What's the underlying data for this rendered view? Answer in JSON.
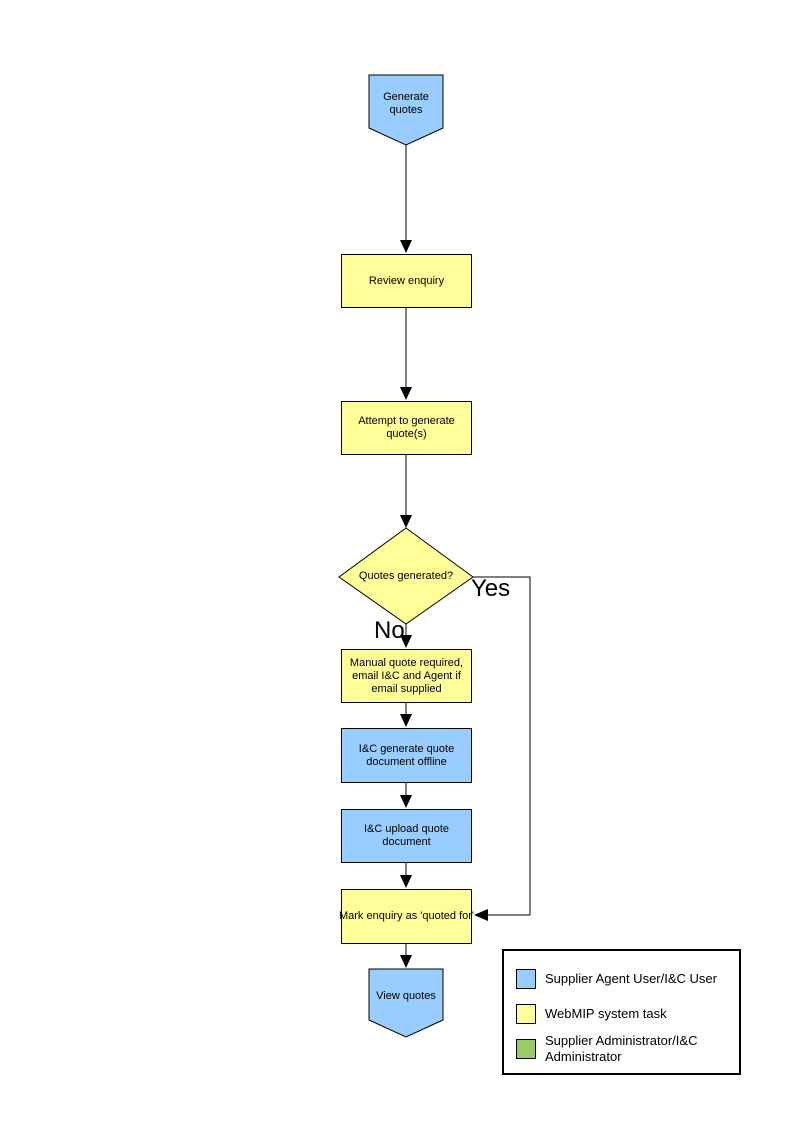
{
  "colors": {
    "blue": "#99CCFF",
    "yellow": "#FFFF99",
    "green": "#99CC66",
    "line": "#000000"
  },
  "flowchart": {
    "start": "Generate quotes",
    "review": "Review enquiry",
    "attempt": "Attempt to generate quote(s)",
    "decision": "Quotes generated?",
    "yes_label": "Yes",
    "no_label": "No",
    "manual": "Manual quote required, email I&C and Agent if email supplied",
    "offline": "I&C generate quote document offline",
    "upload": "I&C upload quote document",
    "mark": "Mark enquiry as 'quoted for'",
    "end": "View quotes"
  },
  "legend": {
    "items": [
      {
        "label": "Supplier Agent User/I&C User",
        "color": "#99CCFF"
      },
      {
        "label": "WebMIP system task",
        "color": "#FFFF99"
      },
      {
        "label": "Supplier Administrator/I&C Administrator",
        "color": "#99CC66"
      }
    ]
  }
}
